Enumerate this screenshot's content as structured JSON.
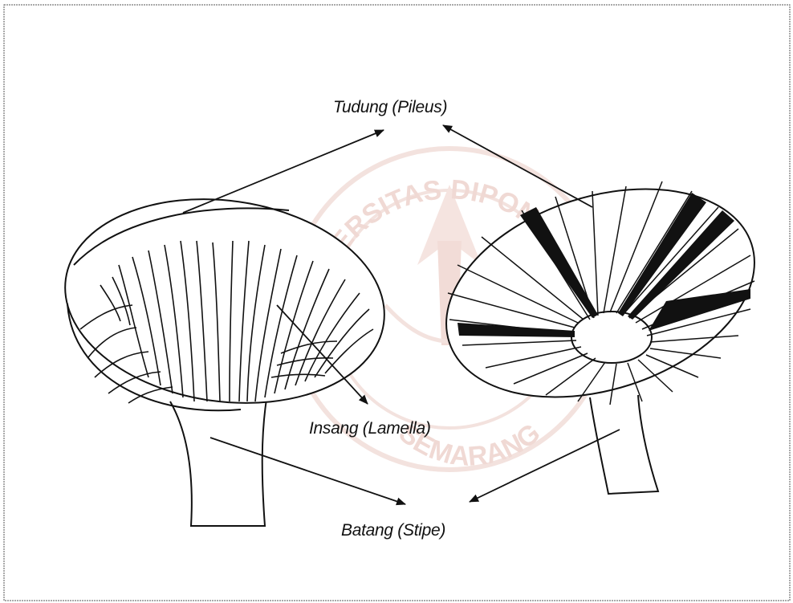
{
  "labels": {
    "pileus": "Tudung (Pileus)",
    "lamella": "Insang (Lamella)",
    "stipe": "Batang (Stipe)"
  },
  "watermark": {
    "arc_top": "UNIVERSITAS DIPONEGORO",
    "arc_bottom": "SEMARANG"
  },
  "colors": {
    "ink": "#111111",
    "watermark": "#f0d9d4",
    "background": "#ffffff"
  }
}
